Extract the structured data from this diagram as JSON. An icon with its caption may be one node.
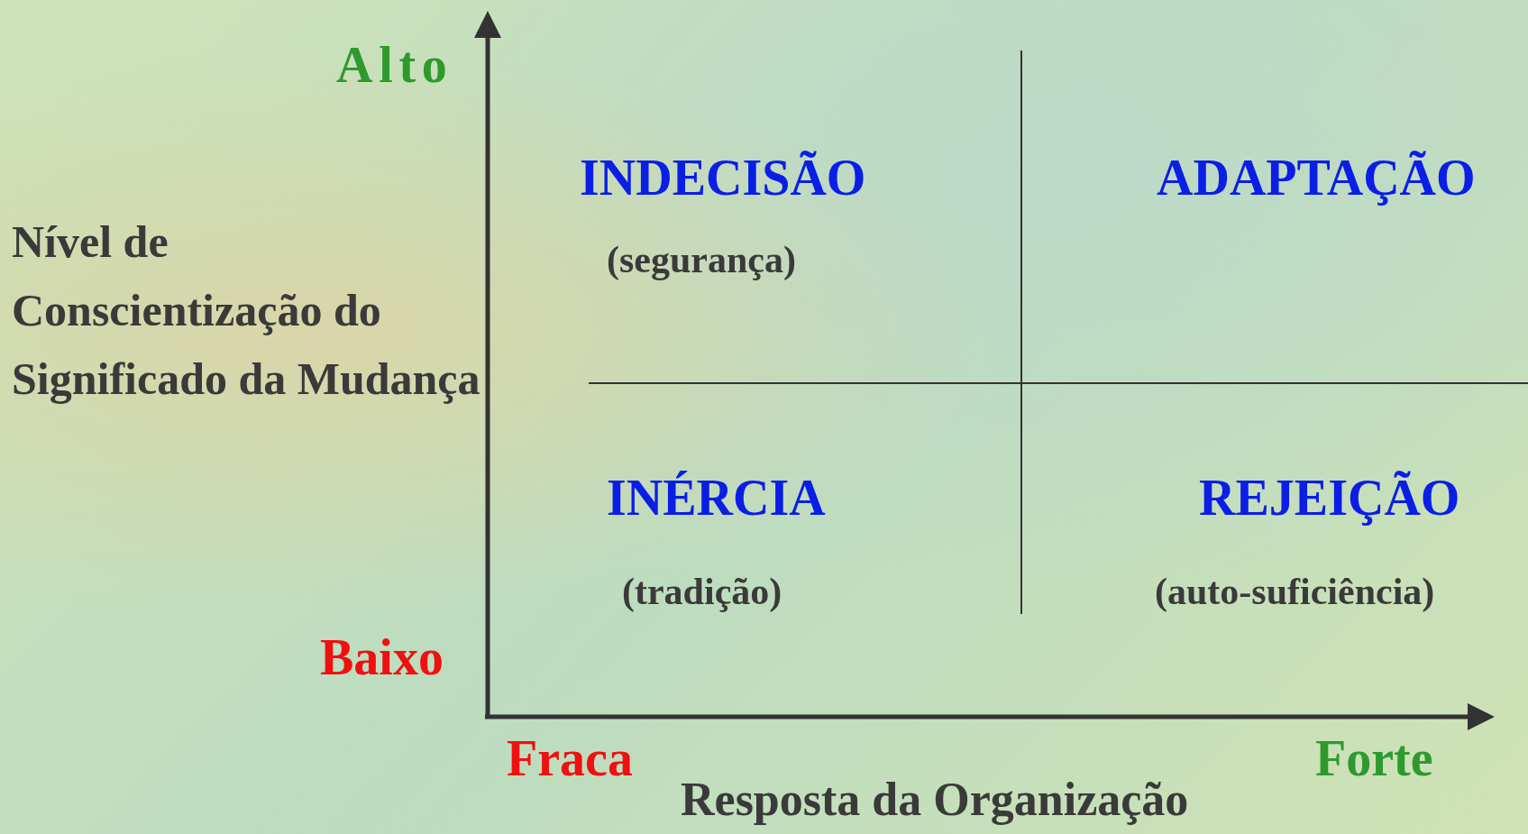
{
  "diagram": {
    "labels": [
      "Alto",
      "INDECISÃO",
      "ADAPTAÇÃO",
      "Nível de Conscientização do Significado da Mudança",
      "(segurança)",
      "INÉRCIA",
      "REJEIÇÃO",
      "(tradição)",
      "(auto-suficiência)",
      "Baixo",
      "Fraca",
      "Forte",
      "Resposta da Organização"
    ]
  }
}
